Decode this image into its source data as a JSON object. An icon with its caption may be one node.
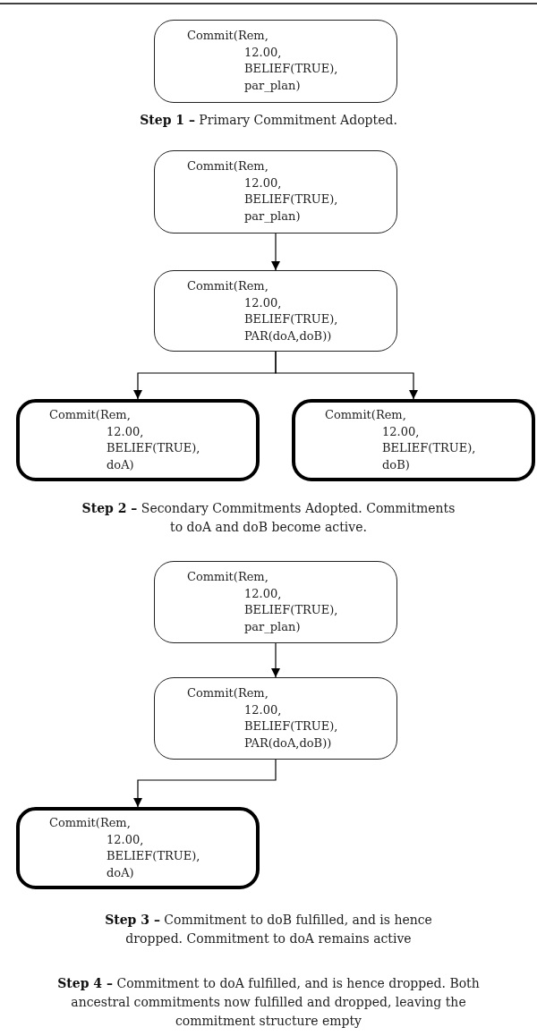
{
  "diagram": {
    "nodes": [
      {
        "text": [
          "Commit(Rem, 12.00, BELIEF(TRUE), par_plan)"
        ]
      },
      {
        "text": [
          "Commit(Rem, 12.00, BELIEF(TRUE), par_plan)"
        ]
      },
      {
        "text": [
          "Commit(Rem, 12.00, BELIEF(TRUE), PAR(doA,doB))"
        ]
      },
      {
        "text": [
          "Commit(Rem, 12.00, BELIEF(TRUE), doA)"
        ]
      },
      {
        "text": [
          "Commit(Rem, 12.00, BELIEF(TRUE), doB)"
        ]
      },
      {
        "text": [
          "Commit(Rem, 12.00, BELIEF(TRUE), par_plan)"
        ]
      },
      {
        "text": [
          "Commit(Rem, 12.00, BELIEF(TRUE), PAR(doA,doB))"
        ]
      },
      {
        "text": [
          "Commit(Rem, 12.00, BELIEF(TRUE), doA)"
        ]
      }
    ],
    "edges": [
      {
        "from": 1,
        "to": 2,
        "arrow": "to"
      },
      {
        "from": 2,
        "to": 3,
        "arrow": "to"
      },
      {
        "from": 2,
        "to": 4,
        "arrow": "to"
      },
      {
        "from": 5,
        "to": 6,
        "arrow": "to"
      },
      {
        "from": 6,
        "to": 7,
        "arrow": "to"
      }
    ],
    "labels": [
      "**Step 1 –** Primary Commitment Adopted.",
      "**Step 2 –** Secondary Commitments Adopted. Commitments to doA and doB become active.",
      "**Step 3 –** Commitment to doB fulfilled, and is hence dropped. Commitment to doA remains active",
      "**Step 4 –** Commitment to doA fulfilled, and is hence dropped. Both ancestral commitments now fulfilled and dropped, leaving the commitment structure empty"
    ]
  }
}
